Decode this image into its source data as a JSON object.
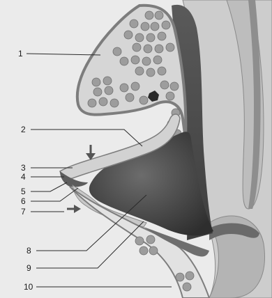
{
  "labels": [
    "1",
    "2",
    "3",
    "4",
    "5",
    "6",
    "7",
    "8",
    "9",
    "10"
  ],
  "icons": {
    "arrow_down": "down-arrow-icon",
    "arrow_right": "right-arrow-icon"
  },
  "colors": {
    "background": "#ebebeb",
    "light_tissue": "#d9d9d9",
    "mid_tissue": "#c4c4c4",
    "dark_tissue": "#4c4c4c",
    "darker_tissue": "#3a3a3a",
    "cell": "#9a9a9a",
    "outline": "#7d7d7d"
  }
}
